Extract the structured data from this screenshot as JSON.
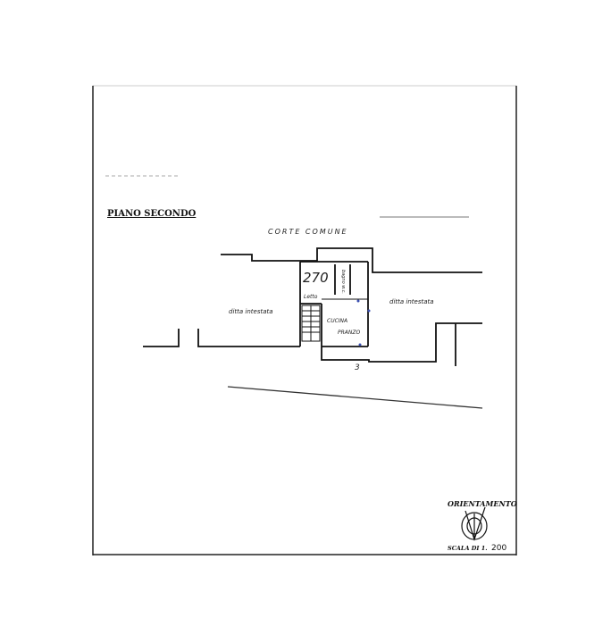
{
  "plan": {
    "title": "PIANO SECONDO",
    "court_label": "CORTE COMUNE",
    "left_neighbor": "ditta intestata",
    "right_neighbor": "ditta intestata",
    "unit_number": "270",
    "room_bath": "bagno w.c.",
    "room_bedroom": "Letto",
    "room_kitchen": "CUCINA",
    "room_dining": "PRANZO",
    "mark_below": "3"
  },
  "legend": {
    "orientation_label": "ORIENTAMENTO",
    "scale_label": "SCALA DI 1.",
    "scale_value": "200"
  },
  "colors": {
    "ink": "#111111",
    "accent_marks": "#3a4fb0"
  }
}
